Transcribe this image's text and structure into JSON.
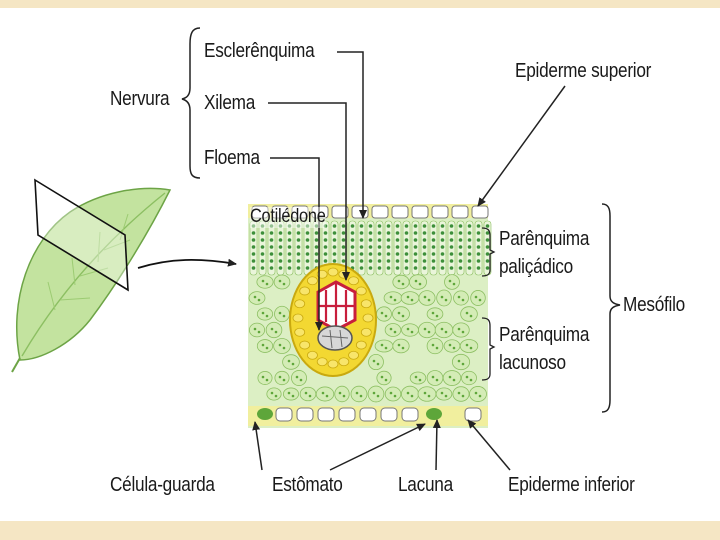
{
  "labels": {
    "esclerenquima": "Esclerênquima",
    "nervura": "Nervura",
    "xilema": "Xilema",
    "floema": "Floema",
    "epiderme_superior": "Epiderme superior",
    "cotiledone": "Cotilédone",
    "parenquima_palicadico_1": "Parênquima",
    "parenquima_palicadico_2": "paliçádico",
    "mesofilo": "Mesófilo",
    "parenquima_lacunoso_1": "Parênquima",
    "parenquima_lacunoso_2": "lacunoso",
    "celula_guarda": "Célula-guarda",
    "estomato": "Estômato",
    "lacuna": "Lacuna",
    "epiderme_inferior": "Epiderme inferior"
  },
  "colors": {
    "band": "#f5e6c4",
    "leaf": "#b5dc8e",
    "palisade": "#3d8f3a",
    "spongy": "#d4ecb6",
    "epidermis": "#f3efc9",
    "sclerenchyma": "#f0d21d",
    "xylem": "#c81e3c",
    "phloem": "#9a9a9a"
  }
}
